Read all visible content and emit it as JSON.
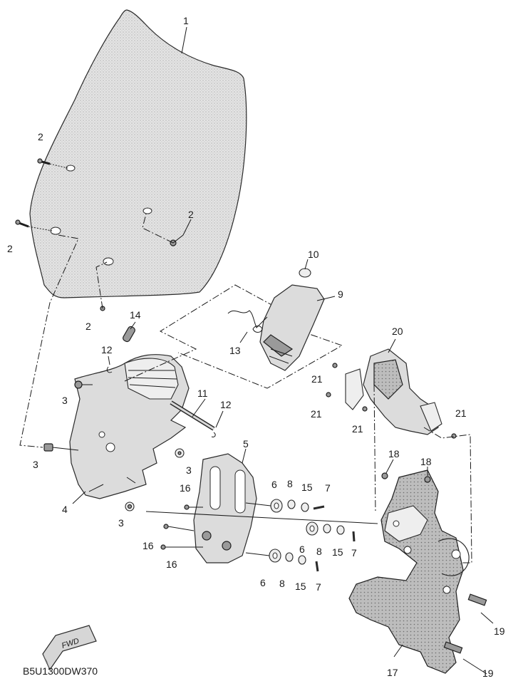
{
  "diagram_code": "B5U1300DW370",
  "fwd_label": "FWD",
  "callouts": {
    "c1": "1",
    "c2a": "2",
    "c2b": "2",
    "c2c": "2",
    "c2d": "2",
    "c3a": "3",
    "c3b": "3",
    "c3c": "3",
    "c3d": "3",
    "c4": "4",
    "c5": "5",
    "c6a": "6",
    "c6b": "6",
    "c6c": "6",
    "c7a": "7",
    "c7b": "7",
    "c7c": "7",
    "c8a": "8",
    "c8b": "8",
    "c8c": "8",
    "c9": "9",
    "c10": "10",
    "c11": "11",
    "c12a": "12",
    "c12b": "12",
    "c13": "13",
    "c14": "14",
    "c15a": "15",
    "c15b": "15",
    "c15c": "15",
    "c16a": "16",
    "c16b": "16",
    "c16c": "16",
    "c17": "17",
    "c18a": "18",
    "c18b": "18",
    "c19a": "19",
    "c19b": "19",
    "c20": "20",
    "c21a": "21",
    "c21b": "21",
    "c21c": "21",
    "c21d": "21"
  }
}
